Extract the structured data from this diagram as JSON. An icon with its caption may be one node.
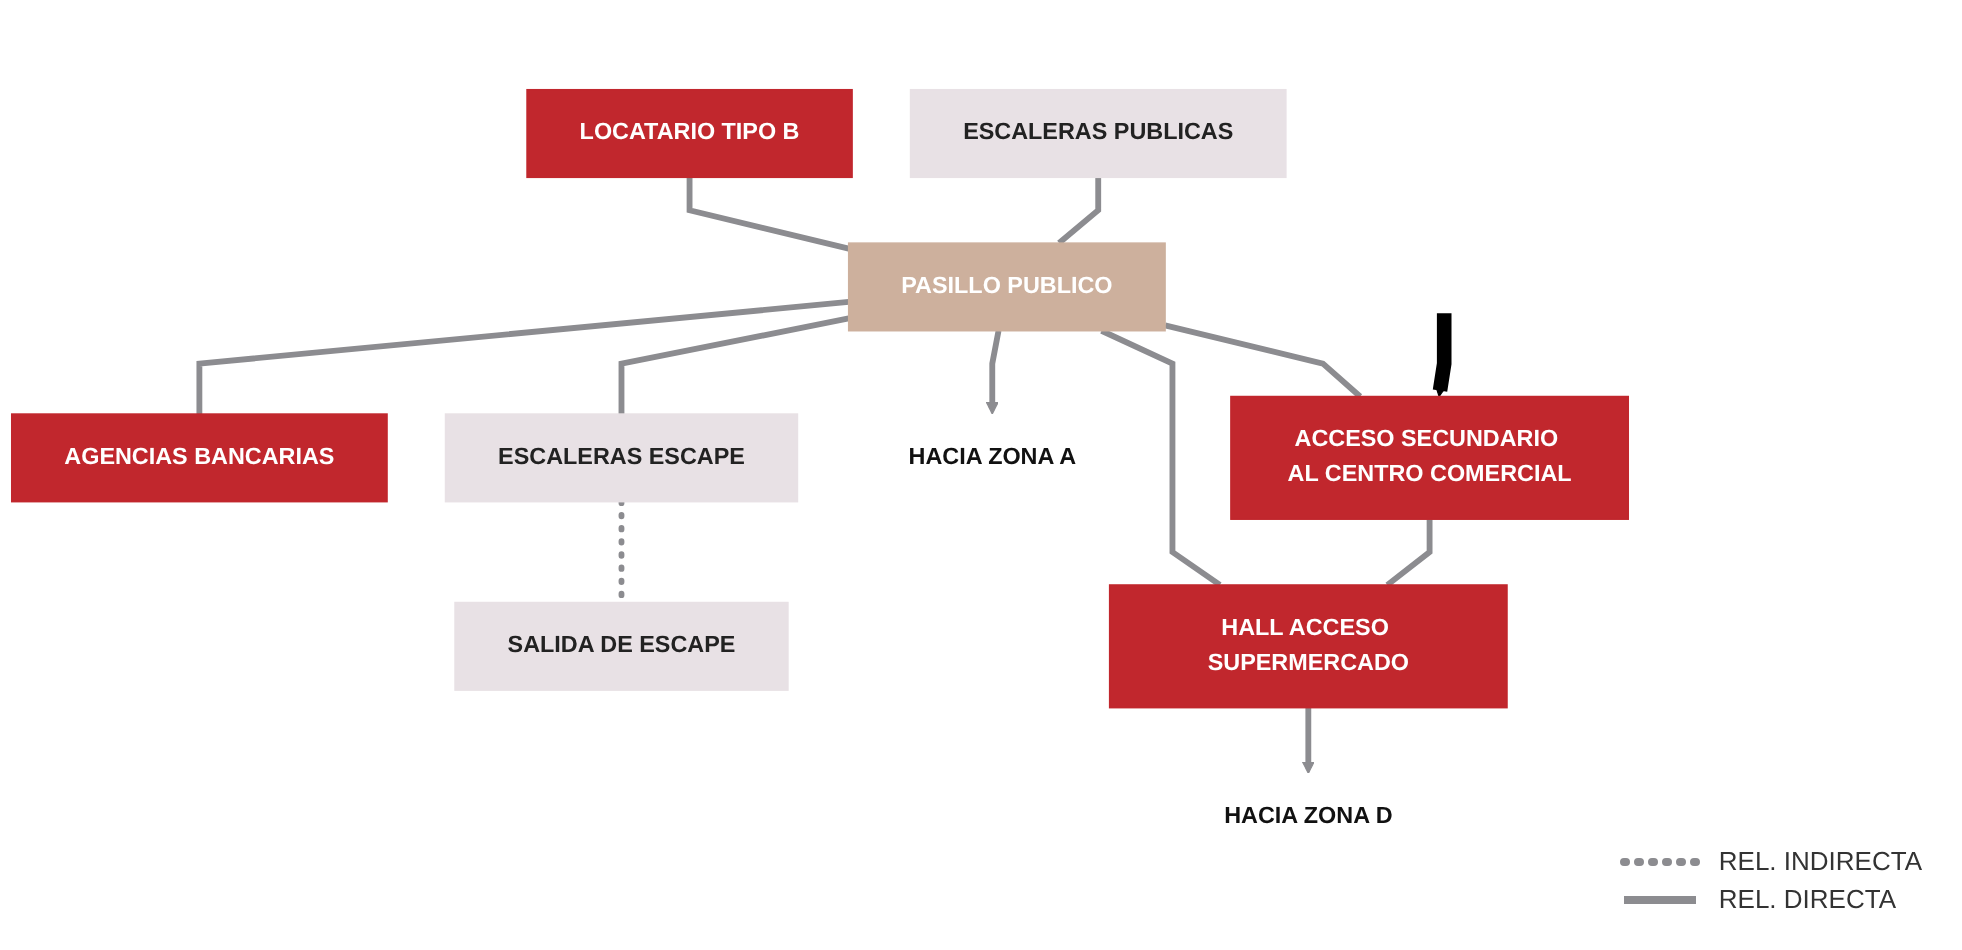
{
  "diagram": {
    "nodes": [
      {
        "text": [
          "LOCATARIO TIPO B"
        ]
      },
      {
        "text": [
          "ESCALERAS PUBLICAS"
        ]
      },
      {
        "text": [
          "HALL ACCESO SUPERMERCADO"
        ]
      },
      {
        "text": [
          "PASILLO PUBLICO"
        ]
      },
      {
        "text": [
          "AGENCIAS BANCARIAS"
        ]
      },
      {
        "text": [
          "ESCALERAS ESCAPE"
        ]
      },
      {
        "text": [
          "ACCESO SECUNDARIO AL CENTRO COMERCIAL"
        ]
      },
      {
        "text": [
          "SALIDA DE ESCAPE"
        ]
      },
      {
        "text": [
          "HACIA ZONA A"
        ]
      },
      {
        "text": [
          "HACIA ZONA D"
        ]
      }
    ],
    "edges": [
      {
        "from": 0,
        "to": 3,
        "arrow": "none"
      },
      {
        "from": 1,
        "to": 3,
        "arrow": "none"
      },
      {
        "from": 3,
        "to": 4,
        "arrow": "none"
      },
      {
        "from": 3,
        "to": 5,
        "arrow": "none"
      },
      {
        "from": 5,
        "to": 7,
        "arrow": "none",
        "style": "dashed"
      },
      {
        "from": 3,
        "to": 8,
        "arrow": "to"
      },
      {
        "from": 3,
        "to": 2,
        "arrow": "none"
      },
      {
        "from": 3,
        "to": 6,
        "arrow": "none"
      },
      {
        "from": 6,
        "to": 2,
        "arrow": "none"
      },
      {
        "from": 2,
        "to": 9,
        "arrow": "to"
      },
      {
        "from": null,
        "to": 6,
        "arrow": "to",
        "style": "thick",
        "color": "#000000"
      }
    ],
    "legend": [
      {
        "text": "REL. INDIRECTA"
      },
      {
        "text": "REL. DIRECTA"
      }
    ]
  }
}
